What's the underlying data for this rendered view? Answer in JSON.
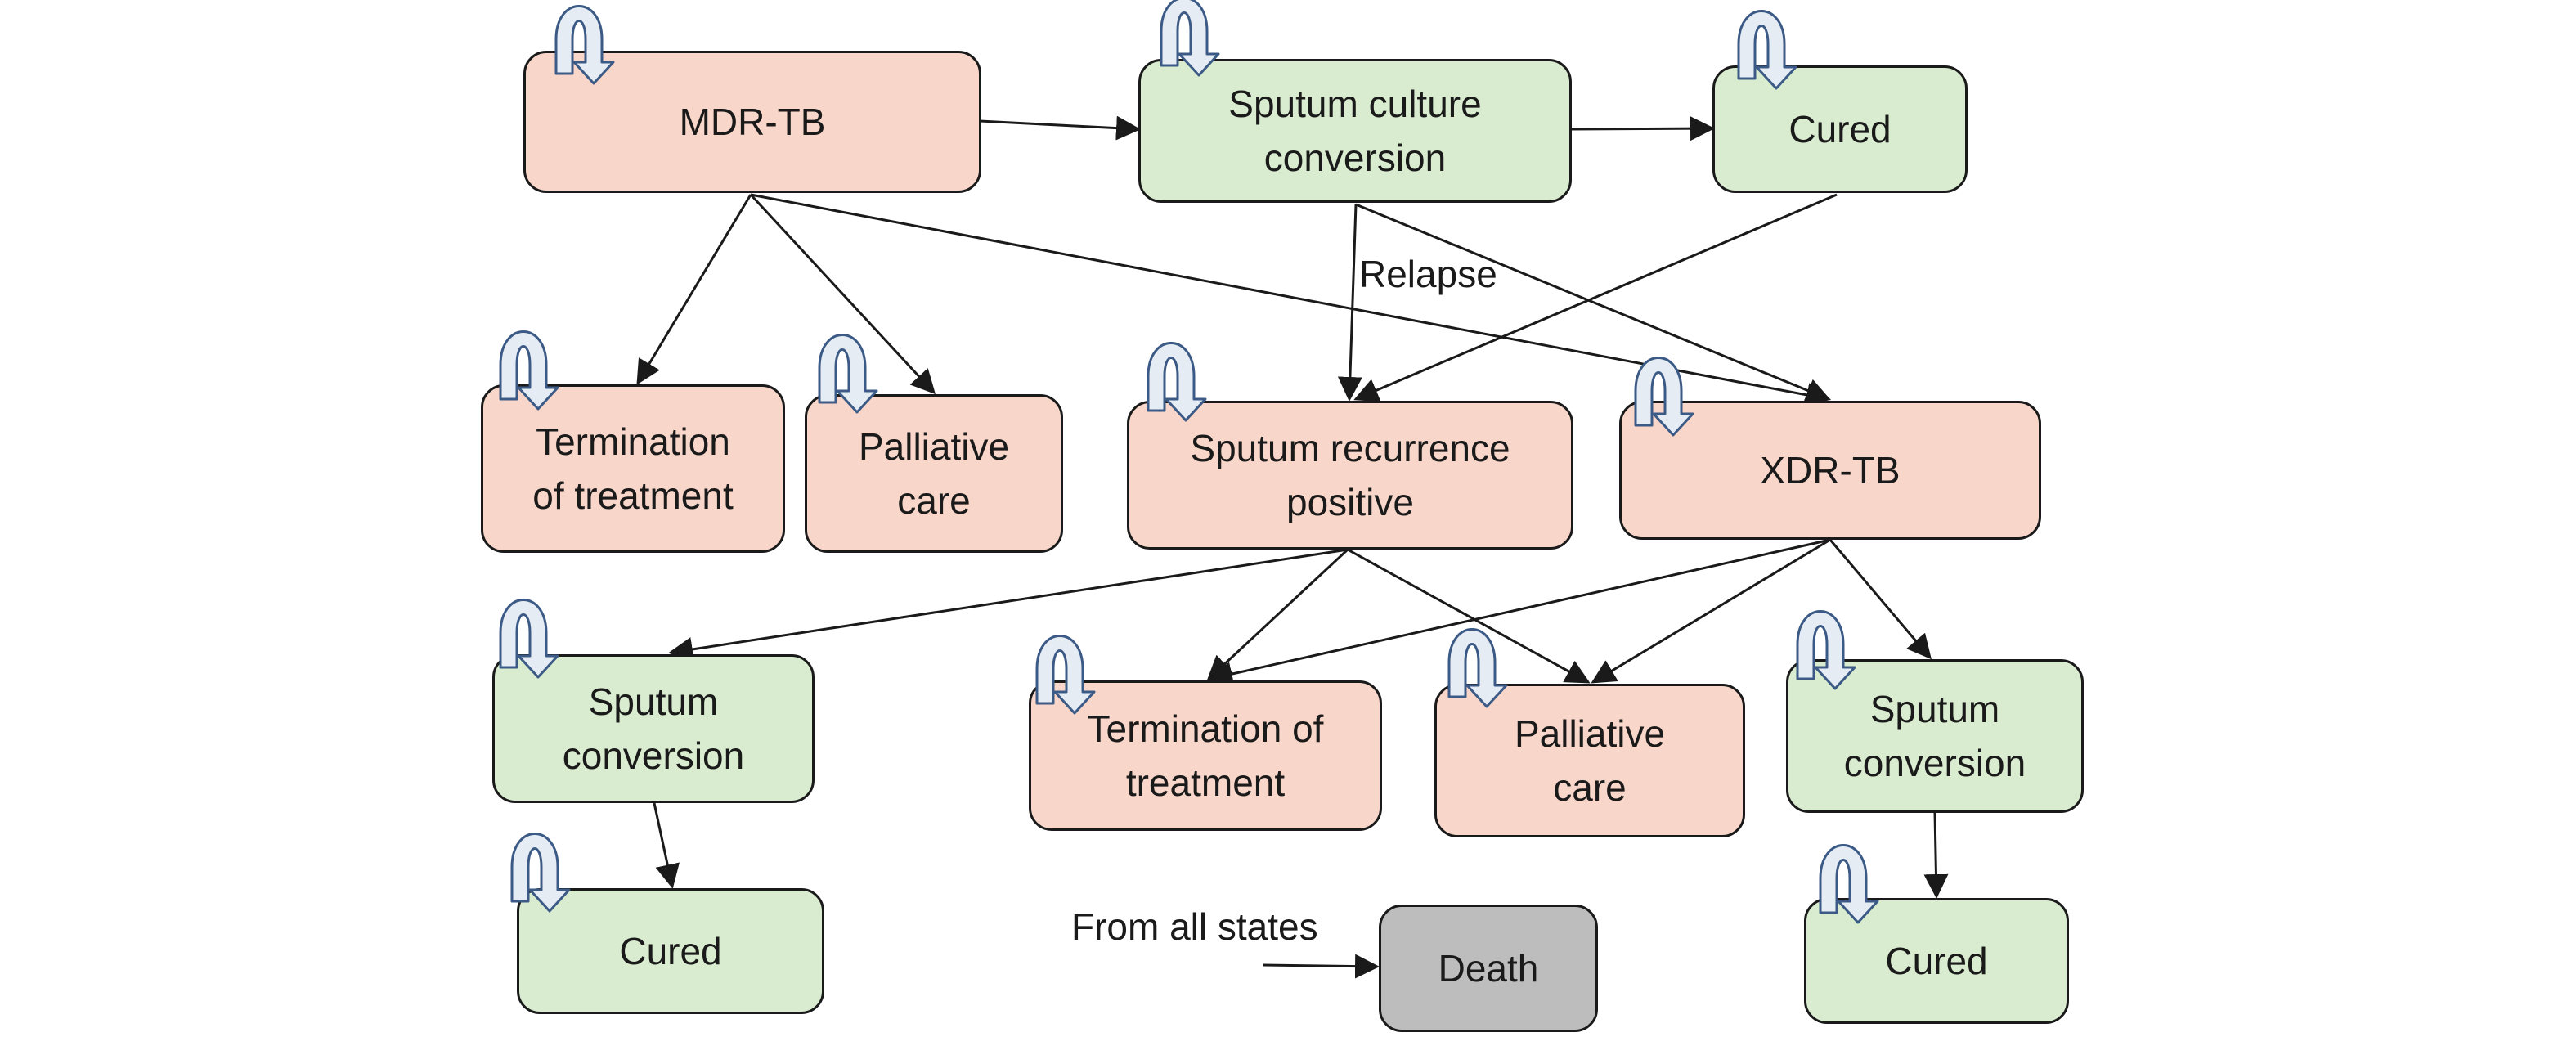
{
  "nodes": {
    "mdr_tb": "MDR-TB",
    "sputum_culture_conversion": "Sputum culture\nconversion",
    "cured_top": "Cured",
    "termination_left": "Termination\nof treatment",
    "palliative_left": "Palliative\ncare",
    "sputum_recurrence_positive": "Sputum recurrence\npositive",
    "xdr_tb": "XDR-TB",
    "sputum_conversion_left": "Sputum\nconversion",
    "termination_mid": "Termination of\ntreatment",
    "palliative_mid": "Palliative\ncare",
    "sputum_conversion_right": "Sputum\nconversion",
    "cured_left": "Cured",
    "cured_right": "Cured",
    "death": "Death"
  },
  "labels": {
    "relapse": "Relapse",
    "from_all_states": "From all states"
  },
  "colors": {
    "red_state": "#f8d7ca",
    "green_state": "#d9ecd0",
    "death_state": "#bdbdbd",
    "self_loop": "#e6ecf4",
    "self_loop_stroke": "#3c5a86"
  }
}
